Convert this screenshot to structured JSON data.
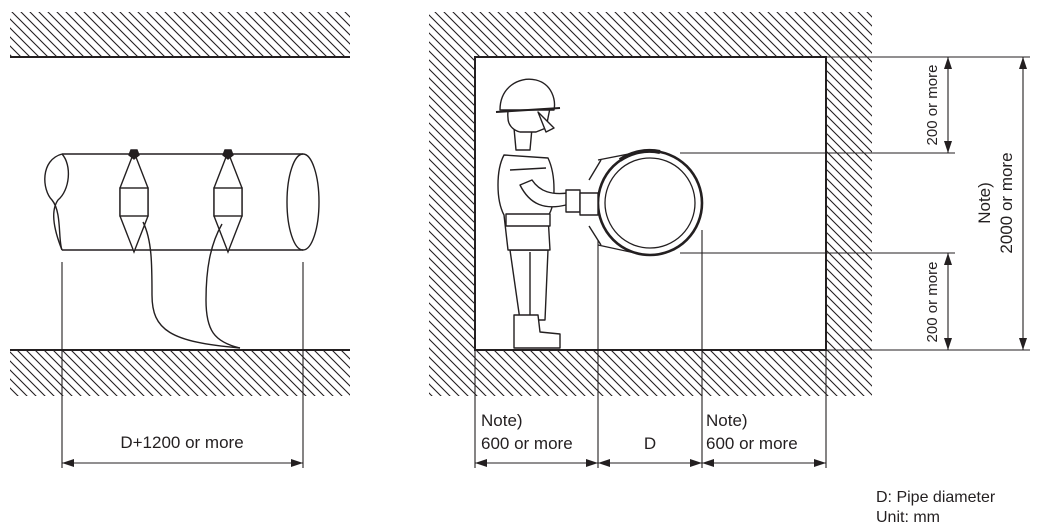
{
  "left": {
    "dim_label": "D+1200 or more"
  },
  "right": {
    "left_note": "Note)",
    "left_clearance": "600 or more",
    "pipe_dim": "D",
    "right_note": "Note)",
    "right_clearance": "600 or more",
    "top_clearance": "200 or more",
    "bottom_clearance": "200 or more",
    "height_note": "Note)",
    "height_clearance": "2000 or more"
  },
  "legend": {
    "line1": "D: Pipe diameter",
    "line2": "Unit: mm"
  }
}
